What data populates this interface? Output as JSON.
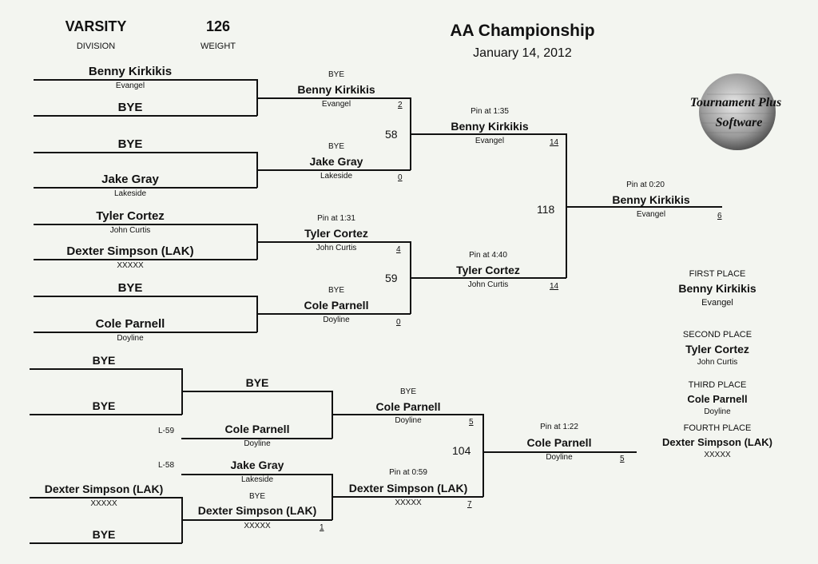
{
  "header": {
    "division": "VARSITY",
    "division_label": "DIVISION",
    "weight": "126",
    "weight_label": "WEIGHT",
    "title": "AA Championship",
    "date": "January 14, 2012"
  },
  "logo": {
    "text1": "Tournament Plus",
    "text2": "Software"
  },
  "round1": [
    {
      "name": "Benny Kirkikis",
      "team": "Evangel"
    },
    {
      "name": "BYE"
    },
    {
      "name": "BYE"
    },
    {
      "name": "Jake Gray",
      "team": "Lakeside"
    },
    {
      "name": "Tyler Cortez",
      "team": "John Curtis"
    },
    {
      "name": "Dexter Simpson (LAK)",
      "team": "XXXXX"
    },
    {
      "name": "BYE"
    },
    {
      "name": "Cole Parnell",
      "team": "Doyline"
    }
  ],
  "quarters": [
    {
      "result": "BYE",
      "name": "Benny Kirkikis",
      "team": "Evangel",
      "points": "2"
    },
    {
      "result": "BYE",
      "name": "Jake Gray",
      "team": "Lakeside",
      "points": "0"
    },
    {
      "result": "Pin at 1:31",
      "name": "Tyler Cortez",
      "team": "John Curtis",
      "points": "4"
    },
    {
      "result": "BYE",
      "name": "Cole Parnell",
      "team": "Doyline",
      "points": "0"
    }
  ],
  "semis": [
    {
      "bout": "58",
      "result": "Pin at 1:35",
      "name": "Benny Kirkikis",
      "team": "Evangel",
      "points": "14"
    },
    {
      "bout": "59",
      "result": "Pin at 4:40",
      "name": "Tyler Cortez",
      "team": "John Curtis",
      "points": "14"
    }
  ],
  "final": {
    "bout": "118",
    "result": "Pin at 0:20",
    "name": "Benny Kirkikis",
    "team": "Evangel",
    "points": "6"
  },
  "consolation": {
    "c1_top": "BYE",
    "c1_bottom": "BYE",
    "c2_top": {
      "name": "BYE"
    },
    "c2_bottom": {
      "loser_tag": "L-59",
      "name": "Cole Parnell",
      "team": "Doyline"
    },
    "c3_top": {
      "loser_tag": "L-58",
      "name": "Jake Gray",
      "team": "Lakeside"
    },
    "c3_bottom": {
      "result": "BYE",
      "name": "Dexter Simpson (LAK)",
      "team": "XXXXX",
      "points": "1"
    },
    "c1b_top": {
      "name": "Dexter Simpson (LAK)",
      "team": "XXXXX"
    },
    "c1b_bottom": "BYE",
    "semi_top": {
      "result": "BYE",
      "name": "Cole Parnell",
      "team": "Doyline",
      "points": "5"
    },
    "semi_bottom": {
      "result": "Pin at 0:59",
      "name": "Dexter Simpson (LAK)",
      "team": "XXXXX",
      "points": "7"
    },
    "final": {
      "bout": "104",
      "result": "Pin at 1:22",
      "name": "Cole Parnell",
      "team": "Doyline",
      "points": "5"
    }
  },
  "placings": [
    {
      "label": "FIRST PLACE",
      "name": "Benny Kirkikis",
      "team": "Evangel"
    },
    {
      "label": "SECOND PLACE",
      "name": "Tyler Cortez",
      "team": "John Curtis"
    },
    {
      "label": "THIRD PLACE",
      "name": "Cole Parnell",
      "team": "Doyline"
    },
    {
      "label": "FOURTH PLACE",
      "name": "Dexter Simpson (LAK)",
      "team": "XXXXX"
    }
  ]
}
